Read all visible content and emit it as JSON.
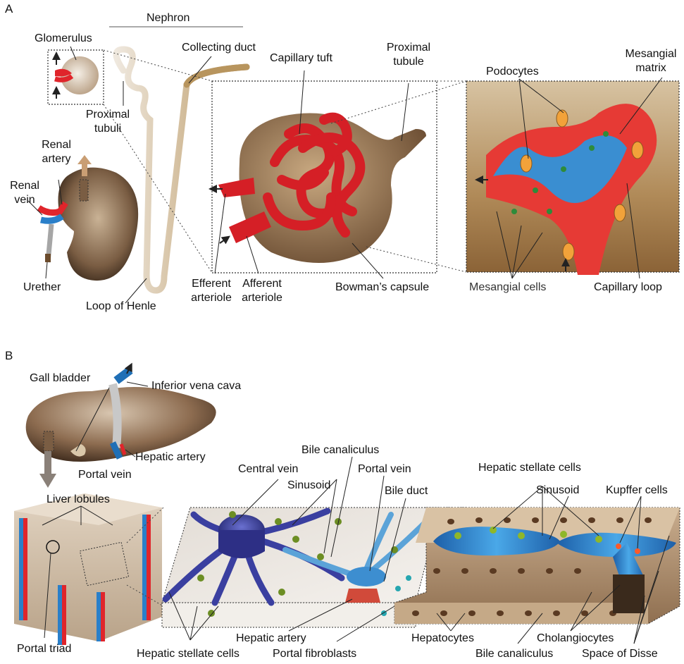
{
  "panel_a": {
    "letter": "A",
    "labels": {
      "nephron": "Nephron",
      "glomerulus": "Glomerulus",
      "collecting_duct": "Collecting duct",
      "proximal_tubule_1": "Proximal",
      "proximal_tubule_2": "tubule",
      "capillary_tuft": "Capillary tuft",
      "mesangial_matrix_1": "Mesangial",
      "mesangial_matrix_2": "matrix",
      "podocytes": "Podocytes",
      "proximal_tubuli_1": "Proximal",
      "proximal_tubuli_2": "tubuli",
      "renal_artery_1": "Renal",
      "renal_artery_2": "artery",
      "renal_vein_1": "Renal",
      "renal_vein_2": "vein",
      "urether": "Urether",
      "loop_of_henle": "Loop of Henle",
      "efferent_1": "Efferent",
      "efferent_2": "arteriole",
      "afferent_1": "Afferent",
      "afferent_2": "arteriole",
      "bowmans_capsule": "Bowman’s capsule",
      "mesangial_cells": "Mesangial cells",
      "capillary_loop": "Capillary loop"
    }
  },
  "panel_b": {
    "letter": "B",
    "labels": {
      "gall_bladder": "Gall bladder",
      "inferior_vena_cava": "Inferior vena cava",
      "hepatic_artery_top": "Hepatic artery",
      "portal_vein_top": "Portal vein",
      "bile_canaliculus_top": "Bile canaliculus",
      "central_vein": "Central vein",
      "portal_vein_mid": "Portal vein",
      "sinusoid_mid": "Sinusoid",
      "bile_duct": "Bile duct",
      "hepatic_stellate_top": "Hepatic stellate cells",
      "sinusoid_right": "Sinusoid",
      "kupffer_cells": "Kupffer cells",
      "liver_lobules": "Liver lobules",
      "portal_triad": "Portal triad",
      "hepatic_stellate_bottom": "Hepatic stellate cells",
      "hepatic_artery_bottom": "Hepatic artery",
      "portal_fibroblasts": "Portal fibroblasts",
      "hepatocytes": "Hepatocytes",
      "bile_canaliculus_bottom": "Bile canaliculus",
      "cholangiocytes": "Cholangiocytes",
      "space_of_disse": "Space of Disse"
    }
  },
  "colors": {
    "artery_red": "#e0252b",
    "vein_blue": "#2a7fc9",
    "tissue_brown": "#a88563",
    "dark_brown": "#5b3f28",
    "stellate_green": "#7ba428",
    "podocyte_orange": "#f2a23a",
    "central_vein_purple": "#3b3f9e"
  }
}
